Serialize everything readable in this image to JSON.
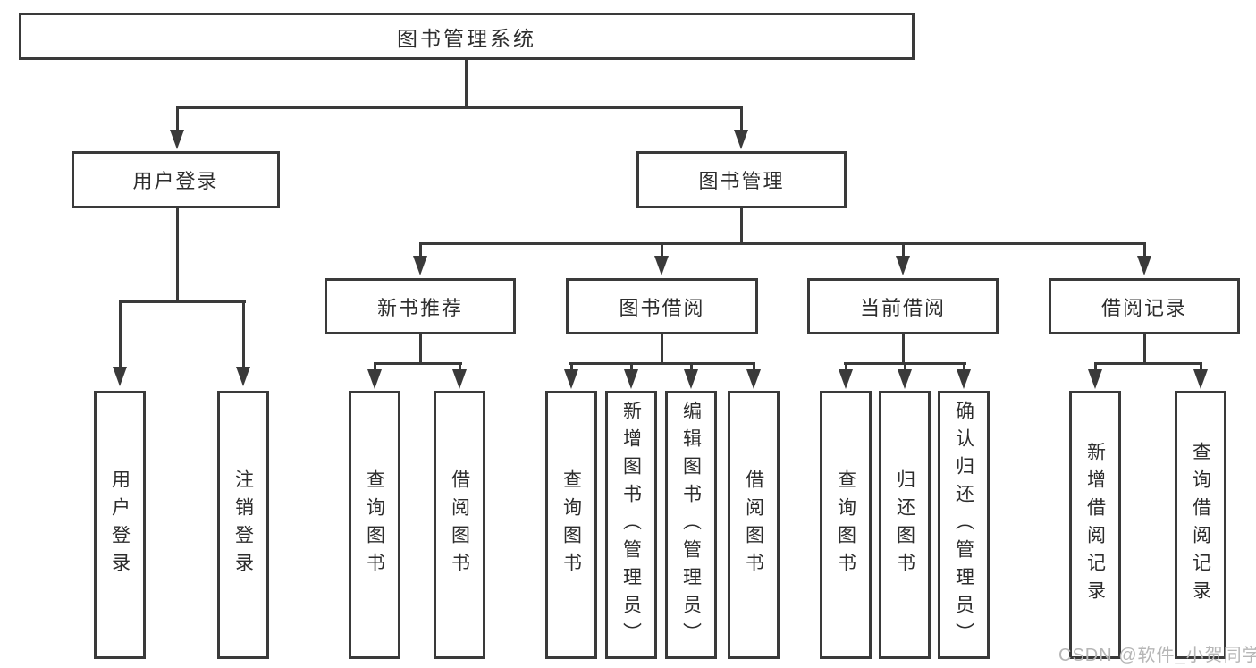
{
  "diagram": {
    "watermark": "CSDN @软件_小贺同学",
    "line_color": "#3a3a3a",
    "root": {
      "label": "图书管理系统",
      "children": [
        {
          "label": "用户登录",
          "children": [
            {
              "label": "用户登录"
            },
            {
              "label": "注销登录"
            }
          ]
        },
        {
          "label": "图书管理",
          "children": [
            {
              "label": "新书推荐",
              "children": [
                {
                  "label": "查询图书"
                },
                {
                  "label": "借阅图书"
                }
              ]
            },
            {
              "label": "图书借阅",
              "children": [
                {
                  "label": "查询图书"
                },
                {
                  "label": "新增图书（管理员）"
                },
                {
                  "label": "编辑图书（管理员）"
                },
                {
                  "label": "借阅图书"
                }
              ]
            },
            {
              "label": "当前借阅",
              "children": [
                {
                  "label": "查询图书"
                },
                {
                  "label": "归还图书"
                },
                {
                  "label": "确认归还（管理员）"
                }
              ]
            },
            {
              "label": "借阅记录",
              "children": [
                {
                  "label": "新增借阅记录"
                },
                {
                  "label": "查询借阅记录"
                }
              ]
            }
          ]
        }
      ]
    }
  }
}
